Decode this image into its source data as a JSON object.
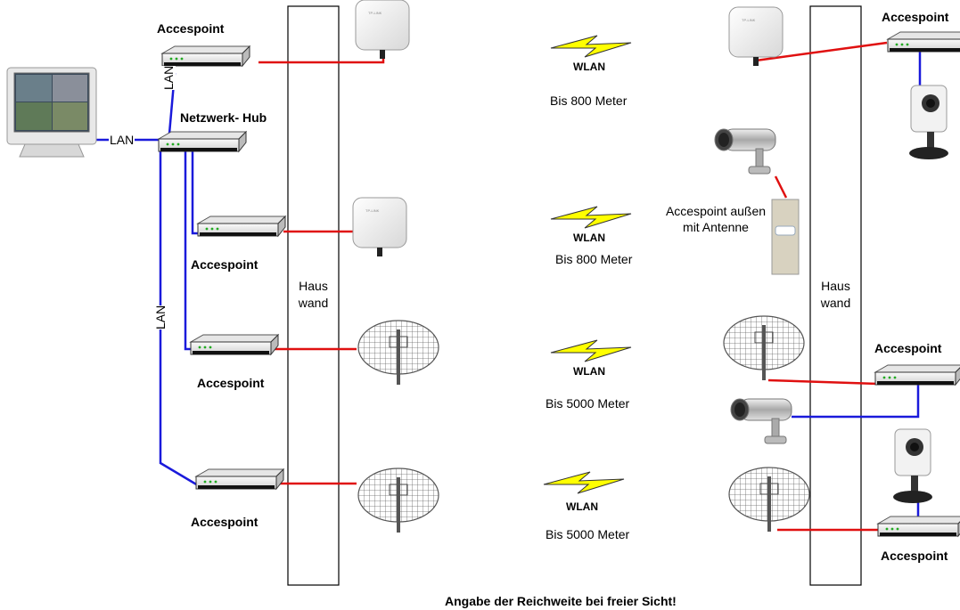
{
  "labels": {
    "ap_top_left": "Accespoint",
    "hub": "Netzwerk- Hub",
    "lan_monitor": "LAN",
    "lan_vertical_top": "LAN",
    "lan_vertical_mid": "LAN",
    "ap_left_2": "Accespoint",
    "ap_left_3": "Accespoint",
    "ap_left_4": "Accespoint",
    "wall_left_1": "Haus",
    "wall_left_2": "wand",
    "wall_right_1": "Haus",
    "wall_right_2": "wand",
    "ap_top_right": "Accespoint",
    "ap_right_3": "Accespoint",
    "ap_right_4": "Accespoint",
    "outdoor_ap_1": "Accespoint außen",
    "outdoor_ap_2": "mit Antenne",
    "footer": "Angabe der Reichweite bei freier Sicht!"
  },
  "links": [
    {
      "wlan": "WLAN",
      "range": "Bis 800 Meter"
    },
    {
      "wlan": "WLAN",
      "range": "Bis 800 Meter"
    },
    {
      "wlan": "WLAN",
      "range": "Bis 5000 Meter"
    },
    {
      "wlan": "WLAN",
      "range": "Bis 5000 Meter"
    }
  ],
  "colors": {
    "lan_cable": "#1a1adb",
    "wireless_cable": "#e01010",
    "bolt_fill": "#ffff00",
    "wall_stroke": "#000000"
  }
}
